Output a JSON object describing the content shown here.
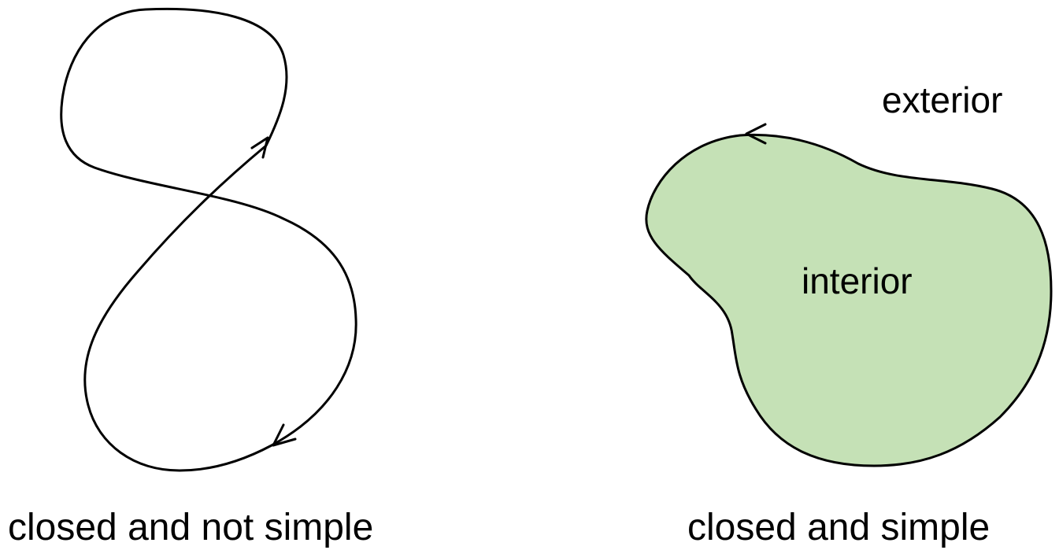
{
  "figures": [
    {
      "caption": "closed and not simple"
    },
    {
      "caption": "closed and simple",
      "interior_label": "interior",
      "exterior_label": "exterior",
      "fill_color": "#c5e1b6"
    }
  ],
  "stroke_color": "#000000"
}
